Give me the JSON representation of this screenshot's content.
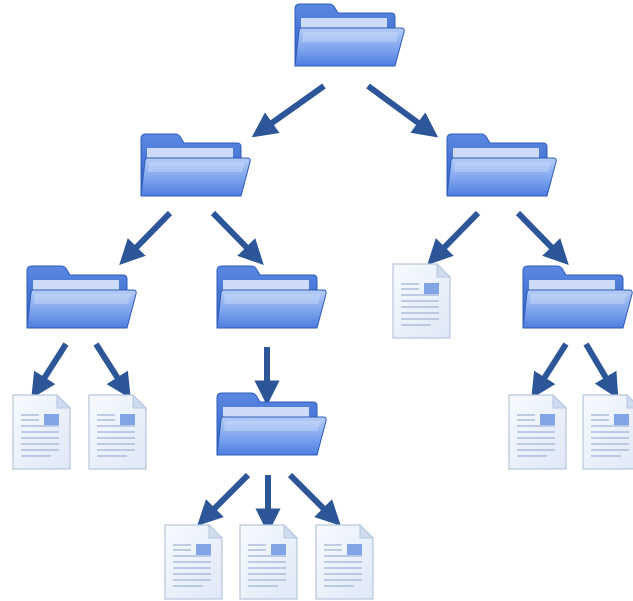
{
  "diagram": {
    "type": "file-tree",
    "colors": {
      "folder_front_light": "#a9c4f5",
      "folder_front_dark": "#4f7fe0",
      "folder_back": "#3e6ccc",
      "folder_tab": "#5a86e0",
      "folder_outline": "#2f5cb8",
      "document_fill": "#eef3fb",
      "document_outline": "#b7c6dd",
      "document_lines": "#9fb3d6",
      "document_thumbnail": "#6f97e2",
      "arrow": "#2d5698"
    },
    "nodes": [
      {
        "id": "root",
        "icon": "folder-icon"
      },
      {
        "id": "folder-a",
        "icon": "folder-icon",
        "parent": "root"
      },
      {
        "id": "folder-b",
        "icon": "folder-icon",
        "parent": "root"
      },
      {
        "id": "folder-a1",
        "icon": "folder-icon",
        "parent": "folder-a"
      },
      {
        "id": "folder-a2",
        "icon": "folder-icon",
        "parent": "folder-a"
      },
      {
        "id": "file-b1",
        "icon": "document-icon",
        "parent": "folder-b"
      },
      {
        "id": "folder-b2",
        "icon": "folder-icon",
        "parent": "folder-b"
      },
      {
        "id": "file-a1-1",
        "icon": "document-icon",
        "parent": "folder-a1"
      },
      {
        "id": "file-a1-2",
        "icon": "document-icon",
        "parent": "folder-a1"
      },
      {
        "id": "folder-a2-1",
        "icon": "folder-icon",
        "parent": "folder-a2"
      },
      {
        "id": "file-b2-1",
        "icon": "document-icon",
        "parent": "folder-b2"
      },
      {
        "id": "file-b2-2",
        "icon": "document-icon",
        "parent": "folder-b2"
      },
      {
        "id": "file-a2-1-1",
        "icon": "document-icon",
        "parent": "folder-a2-1"
      },
      {
        "id": "file-a2-1-2",
        "icon": "document-icon",
        "parent": "folder-a2-1"
      },
      {
        "id": "file-a2-1-3",
        "icon": "document-icon",
        "parent": "folder-a2-1"
      }
    ]
  }
}
